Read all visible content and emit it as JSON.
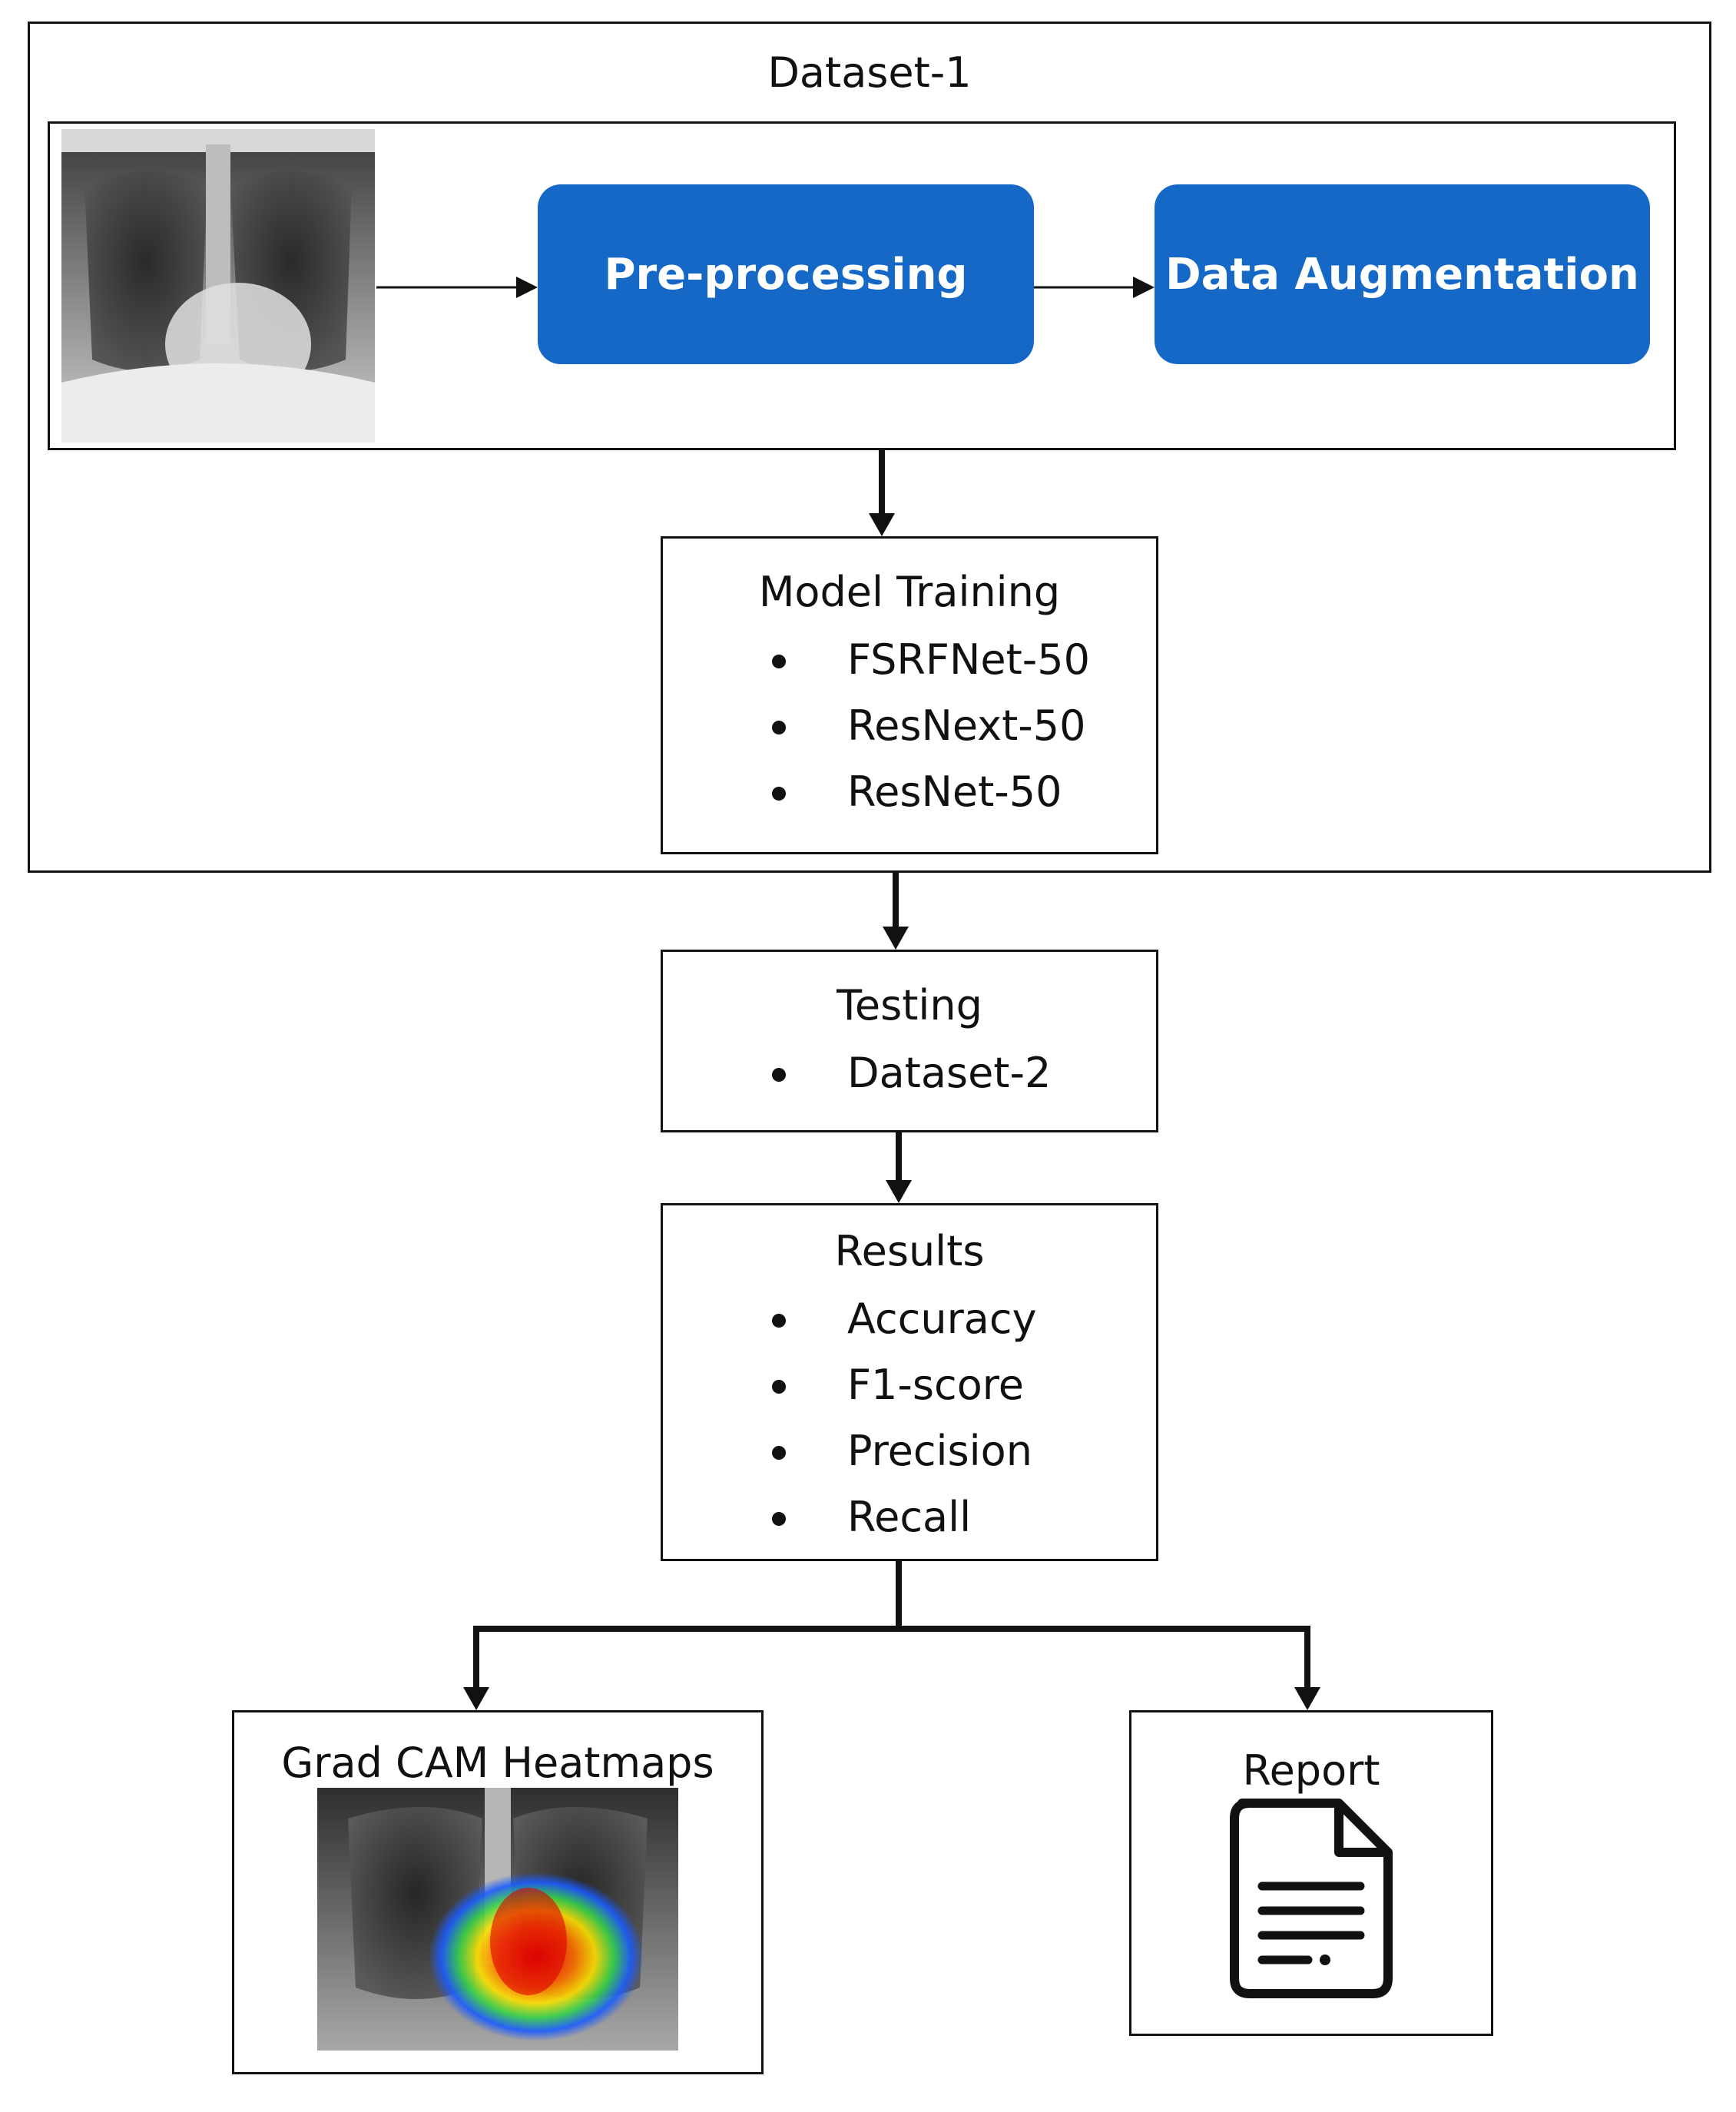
{
  "dataset1": {
    "title": "Dataset-1"
  },
  "steps": {
    "preprocessing": "Pre-processing",
    "augmentation": "Data Augmentation"
  },
  "training": {
    "title": "Model Training",
    "items": [
      "FSRFNet-50",
      "ResNext-50",
      "ResNet-50"
    ]
  },
  "testing": {
    "title": "Testing",
    "items": [
      "Dataset-2"
    ]
  },
  "results": {
    "title": "Results",
    "items": [
      "Accuracy",
      "F1-score",
      "Precision",
      "Recall"
    ]
  },
  "gradcam": {
    "title": "Grad CAM Heatmaps"
  },
  "report": {
    "title": "Report"
  },
  "colors": {
    "accent": "#1668c7",
    "line": "#111111"
  },
  "icons": [
    "xray-image",
    "heatmap-image",
    "document-icon"
  ]
}
